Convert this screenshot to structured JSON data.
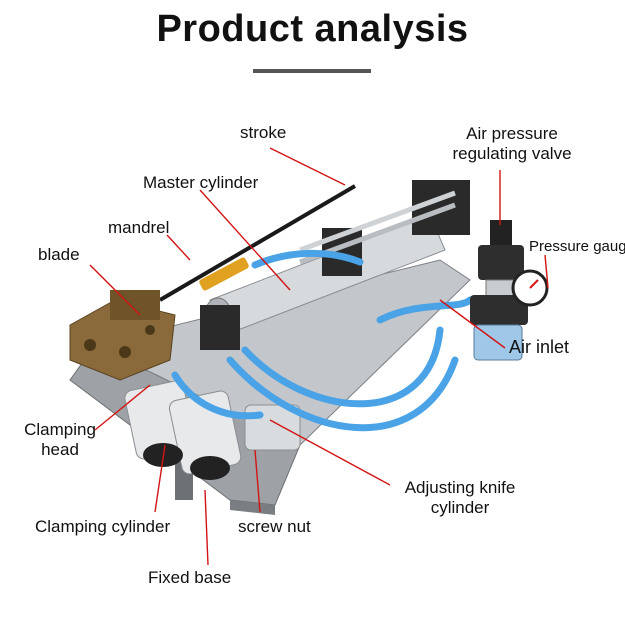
{
  "title": "Product analysis",
  "labels": {
    "stroke": "stroke",
    "air_valve_line1": "Air pressure",
    "air_valve_line2": "regulating valve",
    "master_cylinder": "Master cylinder",
    "mandrel": "mandrel",
    "pressure_gauge": "Pressure gauge",
    "blade": "blade",
    "air_inlet": "Air inlet",
    "clamping_head_line1": "Clamping",
    "clamping_head_line2": "head",
    "adjusting_knife_line1": "Adjusting knife",
    "adjusting_knife_line2": "cylinder",
    "clamping_cylinder": "Clamping cylinder",
    "screw_nut": "screw nut",
    "fixed_base": "Fixed base"
  },
  "colors": {
    "leader": "#d21414",
    "title_rule": "#555555",
    "machine_silver": "#b9bcc0",
    "tube_blue": "#4aa3e6",
    "brass": "#8a6a3a",
    "black": "#1a1a1a"
  }
}
